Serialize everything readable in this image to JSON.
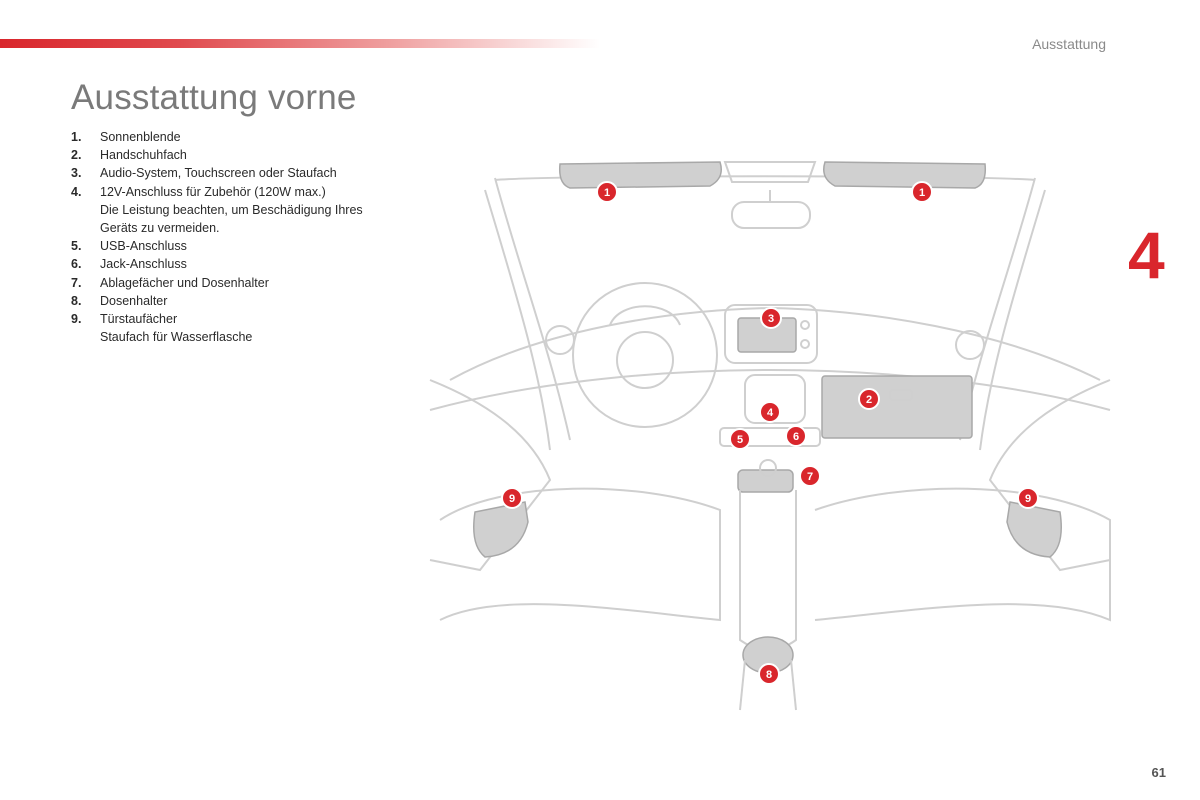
{
  "header": {
    "section": "Ausstattung"
  },
  "page": {
    "title": "Ausstattung vorne",
    "chapter": "4",
    "number": "61"
  },
  "legend": [
    {
      "num": "1.",
      "lines": [
        "Sonnenblende"
      ]
    },
    {
      "num": "2.",
      "lines": [
        "Handschuhfach"
      ]
    },
    {
      "num": "3.",
      "lines": [
        "Audio-System, Touchscreen oder Staufach"
      ]
    },
    {
      "num": "4.",
      "lines": [
        "12V-Anschluss für Zubehör (120W max.)",
        "Die Leistung beachten, um Beschädigung Ihres Geräts zu vermeiden."
      ]
    },
    {
      "num": "5.",
      "lines": [
        "USB-Anschluss"
      ]
    },
    {
      "num": "6.",
      "lines": [
        "Jack-Anschluss"
      ]
    },
    {
      "num": "7.",
      "lines": [
        "Ablagefächer und Dosenhalter"
      ]
    },
    {
      "num": "8.",
      "lines": [
        "Dosenhalter"
      ]
    },
    {
      "num": "9.",
      "lines": [
        "Türstaufächer",
        "Staufach für Wasserflasche"
      ]
    }
  ],
  "markers": {
    "sun_visor_left": "1",
    "sun_visor_right": "1",
    "glovebox": "2",
    "audio_system": "3",
    "socket_12v": "4",
    "usb": "5",
    "jack": "6",
    "storage": "7",
    "cup_holder": "8",
    "door_left": "9",
    "door_right": "9"
  },
  "colors": {
    "accent": "#d9262c",
    "title": "#7a7a7a"
  }
}
